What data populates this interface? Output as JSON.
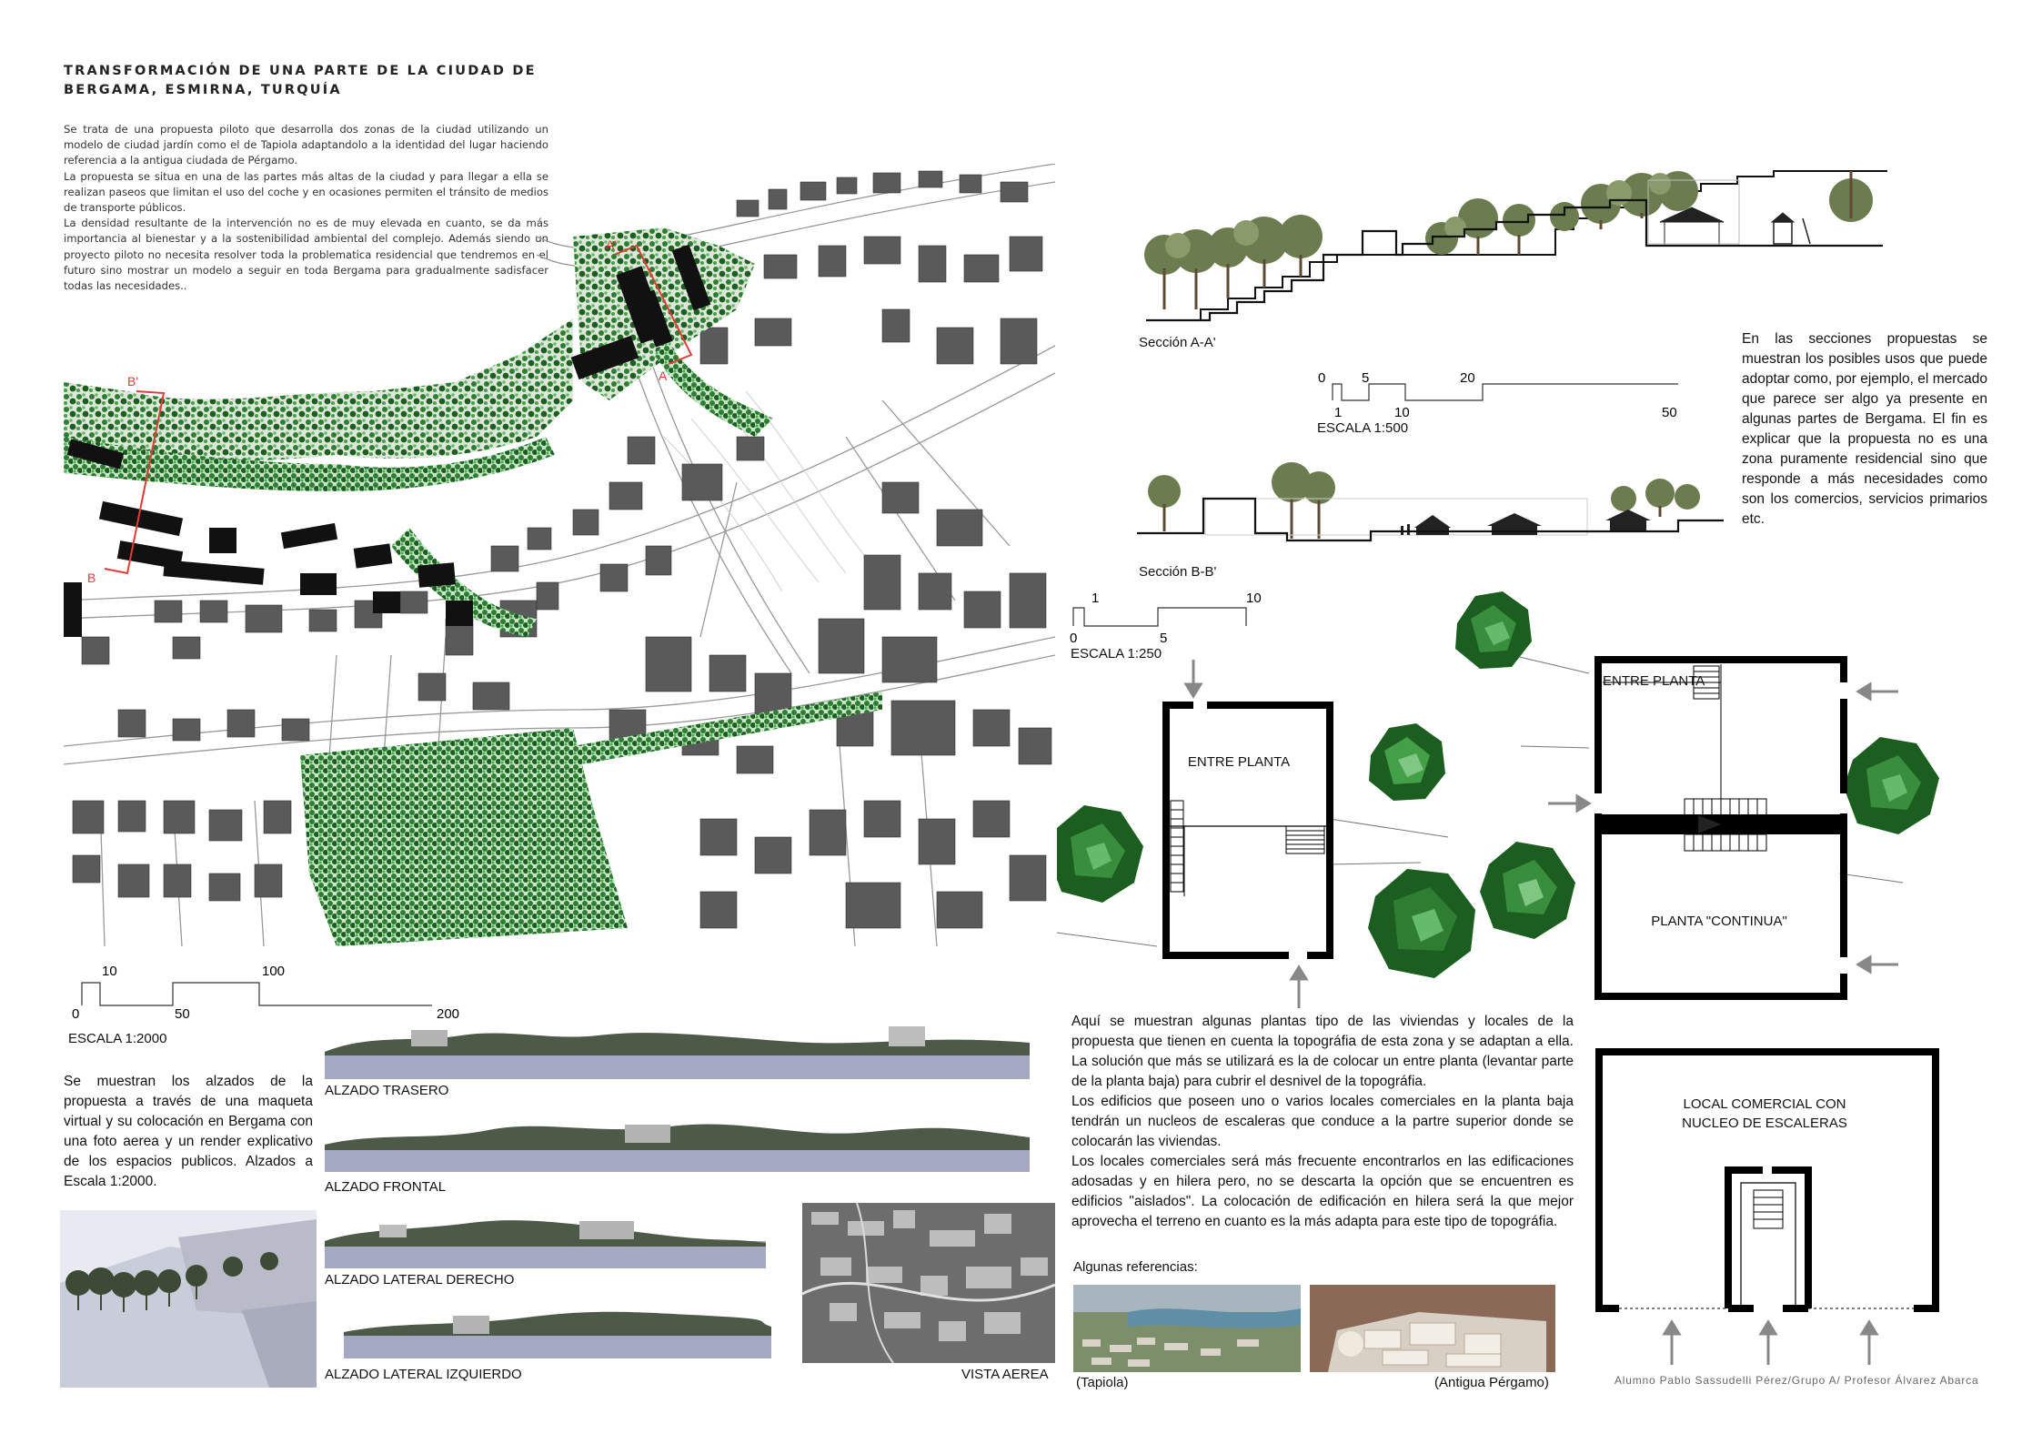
{
  "title": "TRANSFORMACIÓN DE UNA PARTE DE LA  CIUDAD DE BERGAMA, ESMIRNA, TURQUÍA",
  "intro": {
    "p1": "Se trata de una propuesta piloto que desarrolla dos zonas de la ciudad utilizando un modelo de ciudad jardín como el de Tapiola adaptandolo a la identidad del lugar haciendo referencia a la antigua ciudada de Pérgamo.",
    "p2": "La propuesta se situa en una de las partes más altas de la ciudad y para llegar a ella se realizan paseos que limitan el uso del coche y en ocasiones permiten el tránsito de medios de transporte públicos.",
    "p3": "La densidad resultante de la intervención no es de muy elevada en cuanto, se da más importancia al bienestar y a la sostenibilidad ambiental del complejo. Además siendo un proyecto piloto  no necesita resolver toda la problematica residencial que tendremos en el futuro sino mostrar un modelo a seguir en toda Bergama para gradualmente sadisfacer todas las necesidades.."
  },
  "map": {
    "section_marks": [
      "A'",
      "A",
      "B'",
      "B"
    ]
  },
  "map_scale": {
    "ticks_top": [
      "10",
      "100"
    ],
    "ticks_bottom": [
      "0",
      "50",
      "200"
    ],
    "label": "ESCALA 1:2000"
  },
  "alzados_text": "Se muestran los alzados de la propuesta a través de una maqueta virtual y su colocación en Bergama con una foto aerea y un render explicativo de los espacios publicos. Alzados a Escala 1:2000.",
  "alzados": {
    "trasero": "ALZADO TRASERO",
    "frontal": "ALZADO FRONTAL",
    "lateral_derecho": "ALZADO LATERAL DERECHO",
    "lateral_izquierdo": "ALZADO LATERAL IZQUIERDO",
    "vista_aerea": "VISTA AEREA"
  },
  "section_aa": {
    "label": "Sección A-A'",
    "ticks_top": [
      "0",
      "5",
      "20"
    ],
    "ticks_bottom": [
      "1",
      "10",
      "50"
    ],
    "scale": "ESCALA 1:500"
  },
  "section_bb": {
    "label": "Sección B-B'",
    "ticks_top": [
      "1",
      "10"
    ],
    "ticks_bottom": [
      "0",
      "5"
    ],
    "scale": "ESCALA 1:250"
  },
  "sections_text": "En las secciones propuestas se muestran los posibles usos que puede adoptar como, por ejemplo, el mercado que parece ser algo ya presente en algunas partes de Bergama. El fin es explicar que la propuesta no es una zona puramente residencial sino que responde a más necesidades como son los comercios, servicios primarios etc.",
  "plans": {
    "entre_planta_1": "ENTRE PLANTA",
    "entre_planta_2": "ENTRE PLANTA",
    "planta_continua": "PLANTA \"CONTINUA\"",
    "local_line1": "LOCAL COMERCIAL CON",
    "local_line2": "NUCLEO DE ESCALERAS"
  },
  "plans_text": {
    "p1": "Aquí se muestran algunas plantas tipo de las viviendas y locales de la propuesta que tienen en cuenta la topográfia de esta zona y se adaptan a ella. La solución que más se utilizará es la de colocar un entre planta (levantar parte de la planta baja) para cubrir el desnivel de la topográfia.",
    "p2": "Los edificios que poseen uno o varios locales comerciales en la planta baja tendrán un nucleos de escaleras que conduce a la partre superior donde se colocarán las viviendas.",
    "p3": "Los locales comerciales será más frecuente encontrarlos en las edificaciones adosadas y en hilera pero, no se descarta la opción que se encuentren es edificios \"aislados\". La colocación de edificación en hilera será la que mejor aprovecha el terreno en cuanto es la más adapta para este tipo de topográfia."
  },
  "references": {
    "heading": "Algunas referencias:",
    "tapiola": "(Tapiola)",
    "pergamo": "(Antigua Pérgamo)"
  },
  "credit": "Alumno Pablo Sassudelli Pérez/Grupo A/ Profesor Álvarez Abarca",
  "colors": {
    "vegetation": "#2e7d32",
    "buildings": "#555555",
    "section_marker": "#e53935",
    "sky_render": "#c9ccd9"
  }
}
